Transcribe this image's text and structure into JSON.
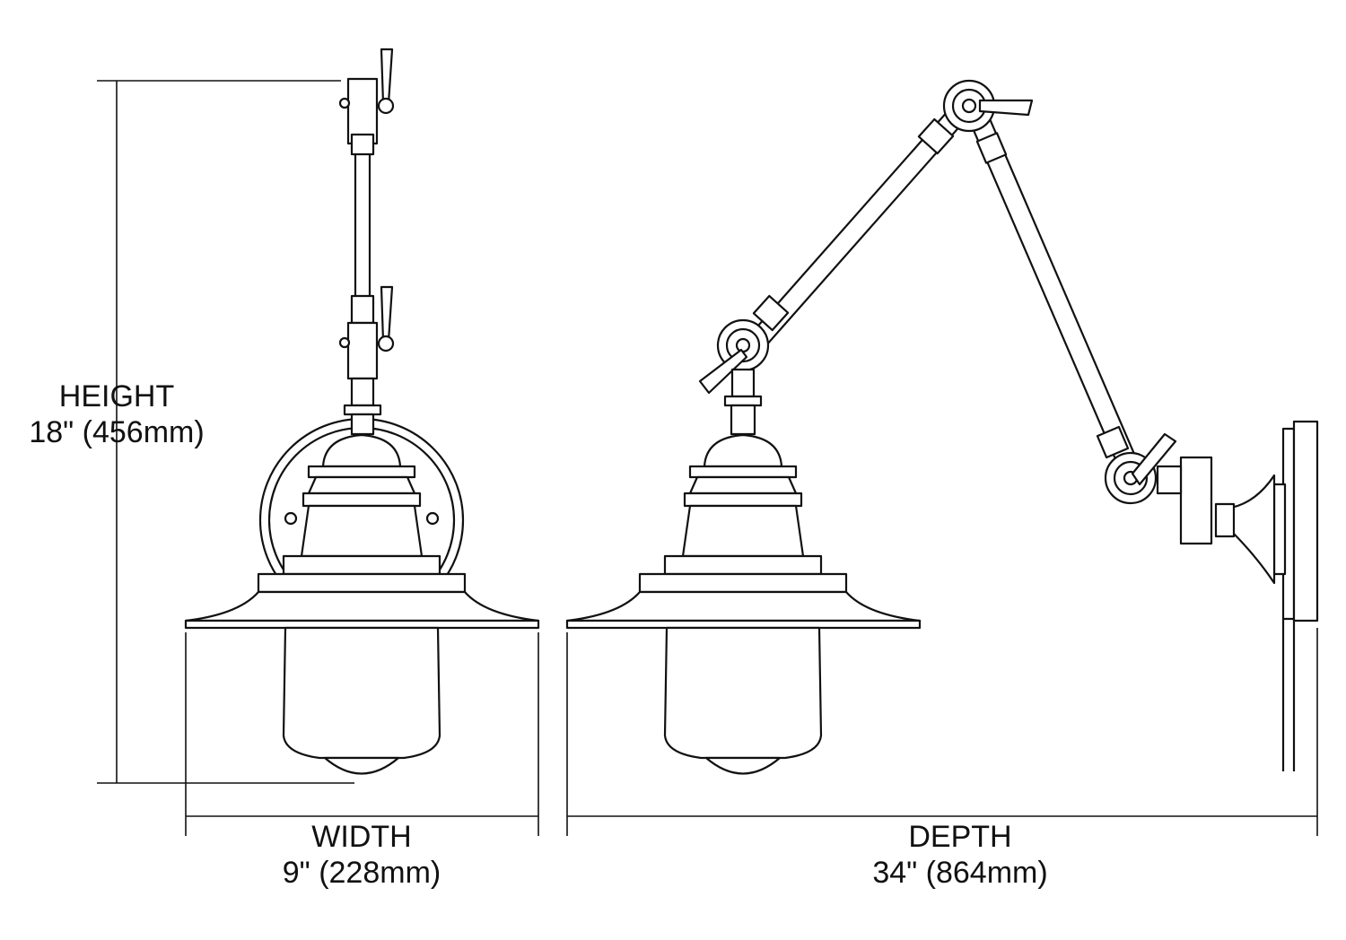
{
  "dimensions": {
    "height": {
      "label": "HEIGHT",
      "value": "18\" (456mm)"
    },
    "width": {
      "label": "WIDTH",
      "value": "9\" (228mm)"
    },
    "depth": {
      "label": "DEPTH",
      "value": "34\" (864mm)"
    }
  }
}
